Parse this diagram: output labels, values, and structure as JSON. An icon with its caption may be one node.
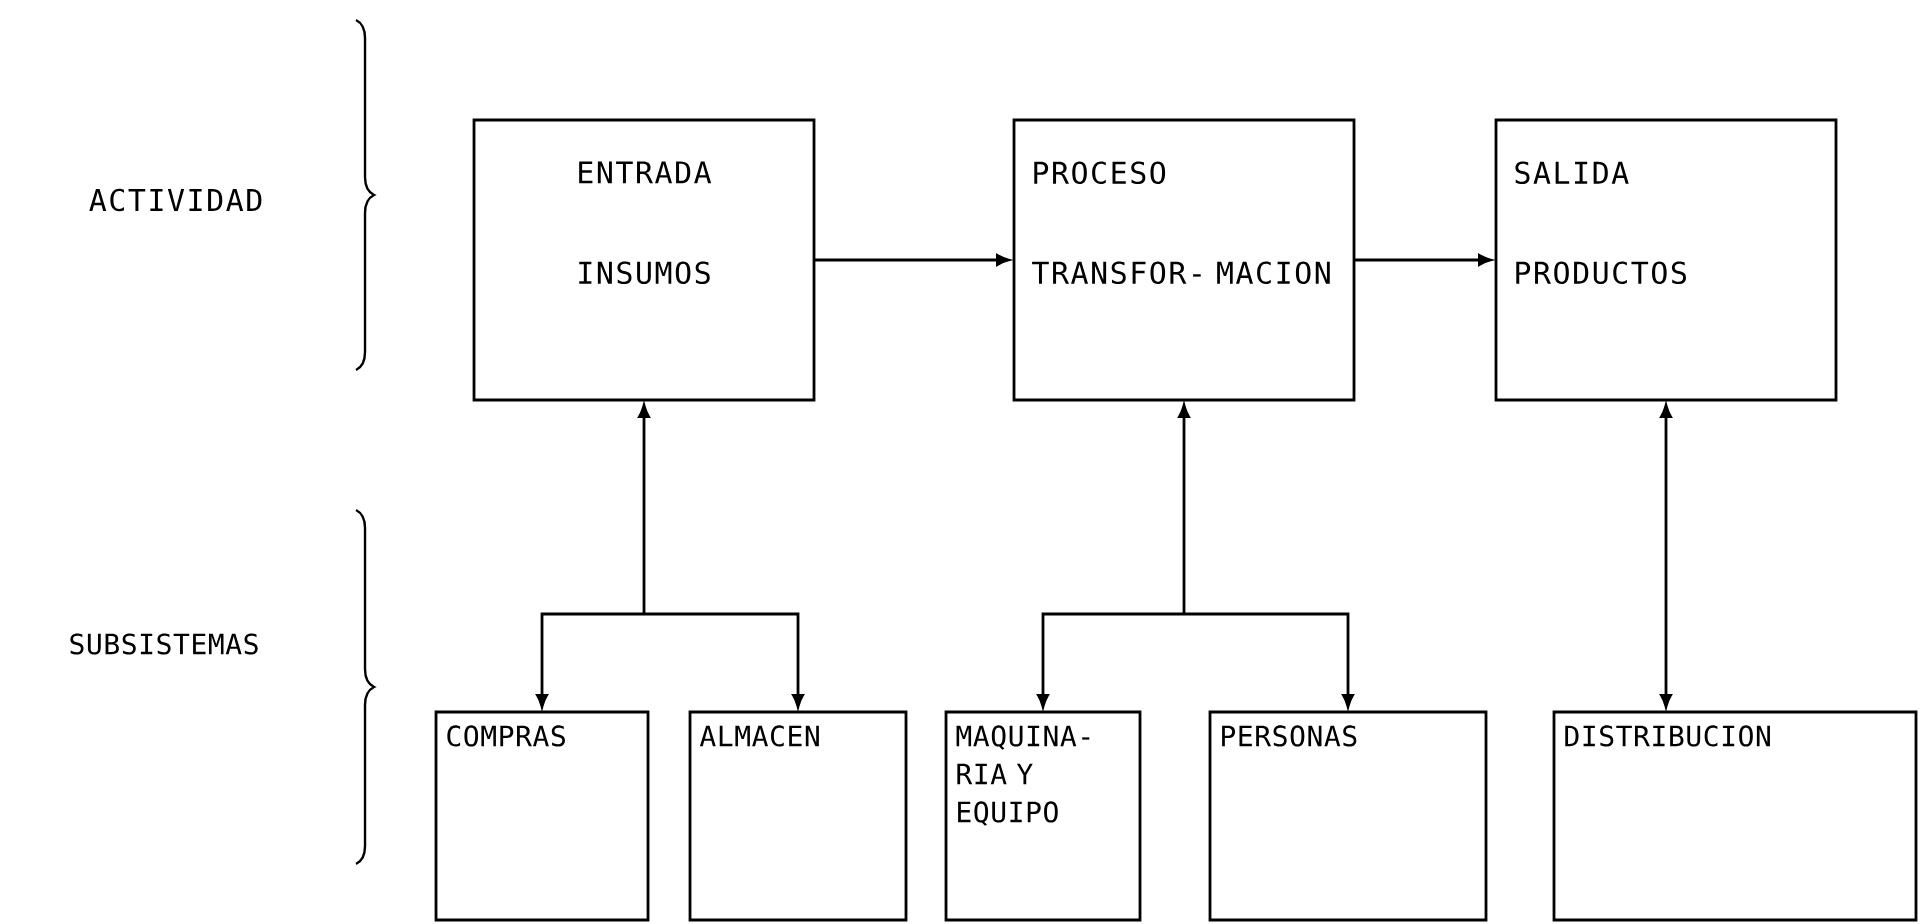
{
  "diagram": {
    "nodes": [
      {
        "text": [
          "ENTRADA",
          "INSUMOS"
        ]
      },
      {
        "text": [
          "PROCESO",
          "TRANSFOR- MACION"
        ]
      },
      {
        "text": [
          "SALIDA",
          "PRODUCTOS"
        ]
      },
      {
        "text": [
          "COMPRAS"
        ]
      },
      {
        "text": [
          "ALMACEN"
        ]
      },
      {
        "text": [
          "MAQUINA- RIA Y EQUIPO"
        ]
      },
      {
        "text": [
          "PERSONAS"
        ]
      },
      {
        "text": [
          "DISTRIBUCION"
        ]
      }
    ],
    "edges": [
      {
        "from": 0,
        "to": 1,
        "arrow": "to"
      },
      {
        "from": 1,
        "to": 2,
        "arrow": "to"
      },
      {
        "from": 0,
        "to": 3,
        "arrow": "both"
      },
      {
        "from": 0,
        "to": 4,
        "arrow": "both"
      },
      {
        "from": 1,
        "to": 5,
        "arrow": "both"
      },
      {
        "from": 1,
        "to": 6,
        "arrow": "both"
      },
      {
        "from": 2,
        "to": 7,
        "arrow": "both"
      }
    ],
    "labels": [
      "ACTIVIDAD",
      "SUBSISTEMAS"
    ]
  }
}
